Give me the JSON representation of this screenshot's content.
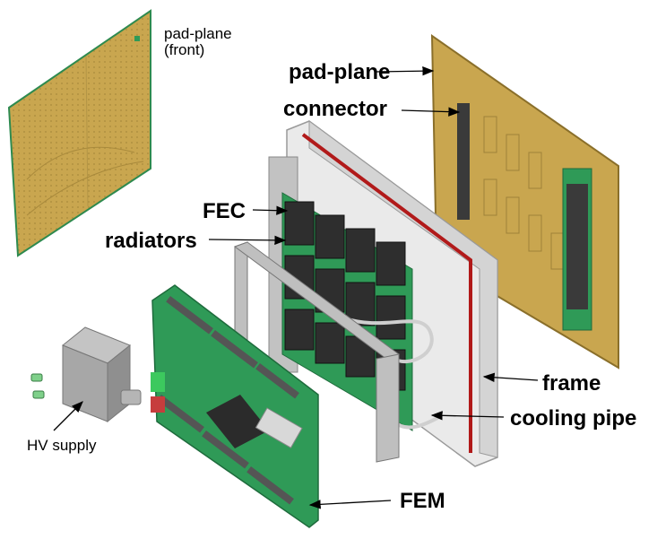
{
  "labels": {
    "pad_plane_front_line1": "pad-plane",
    "pad_plane_front_line2": "(front)",
    "pad_plane": "pad-plane",
    "connector": "connector",
    "fec": "FEC",
    "radiators": "radiators",
    "frame": "frame",
    "cooling_pipe": "cooling pipe",
    "hv_supply": "HV supply",
    "fem": "FEM"
  },
  "colors": {
    "pad_plane": "#c9a64f",
    "pad_plane_edge": "#8a6f2a",
    "pcb_green": "#2f9a57",
    "chip_dark": "#333333",
    "frame_grey": "#d9d9d9",
    "seal_red": "#b11a1a",
    "hv_box": "#9a9a9a"
  }
}
